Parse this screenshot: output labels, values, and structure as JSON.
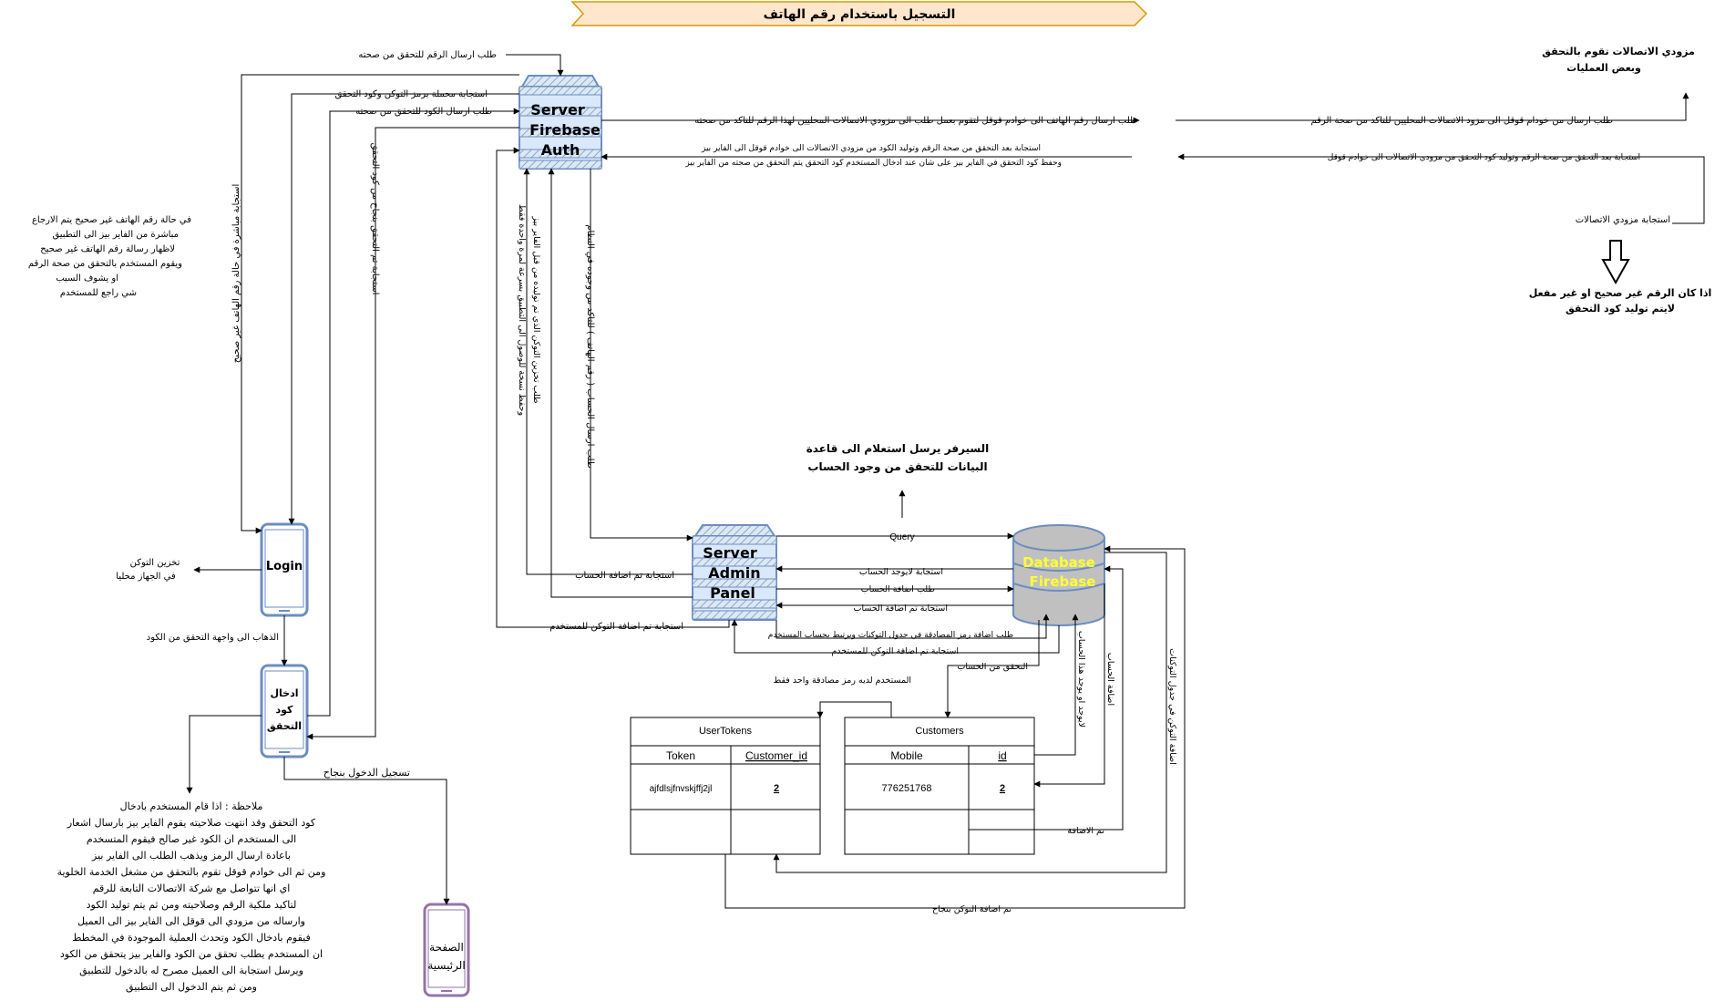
{
  "title": "التسجيل باستخدام رقم الهاتف",
  "nodes": {
    "firebase_auth": [
      "Server",
      "Firebase",
      "Auth"
    ],
    "admin_panel": [
      "Server",
      "Admin",
      "Panel"
    ],
    "database": [
      "Database",
      "Firebase"
    ],
    "login": "Login",
    "enter_code": [
      "ادخال",
      "كود",
      "التحقق"
    ],
    "home": [
      "الصفحة",
      "الرئيسية"
    ]
  },
  "telecom": {
    "top_note": [
      "مزودي الاتصالات تقوم بالتحقق",
      "وبعض العمليات"
    ],
    "response": "استجابة مزودي الاتصالات",
    "invalid_note": [
      "اذا كان الرقم غير صحيح او غير مفعل",
      "لايتم توليد كود التحقق"
    ]
  },
  "edges": {
    "send_number": "طلب  ارسال الرقم للتحقق من صحته",
    "loaded_response": "استجابة محملة برمز التوكن وكود التحقق",
    "send_code": "طلب ارسال الكود للتحقق من صحته",
    "direct_response": "استجابة مباشرة في حالة رقم الهاتف غير صحيح",
    "verified_response": "استجابة تم التحقق بنجاح من كود التحقق",
    "auth_to_google": "طلب ارسال رقم الهاتف الى خوادم قوقل لتقوم بعمل طلب الى مزودي الاتصالات المحليين لهذا الرقم للتاكد من صحته",
    "google_to_telecom": "طلب ارسال من خودام قوقل  الى مزود الاتصالات المحليين للتاكد من صحة الرقم",
    "google_response": [
      "استجابة بعد التحقق من صحة الرقم وتوليد الكود من مزودي الاتصالات الى خوادم قوقل الى الفاير بيز",
      "وحفظ كود التحقق في الفاير بيز على شان عند ادخال المستخدم كود التحقق يتم التحقق من صحته من الفاير بيز"
    ],
    "telecom_response": "استجابة بعد التحقق من صحة الرقم وتوليد كود التحقق من مزودي الاتصالات الى خوادم قوقل",
    "send_account": "طلب ارسال الحساب ( رقم الهاتف ) للتاكد من وجوده في النظام",
    "store_token": [
      "طلب تخزين التوكن الذي تم توليده من قبل الفاير بيز",
      "وحفظ نسخة للوصول الى التطبيق بسرعة لمرة واحدة فقط"
    ],
    "query": "Query",
    "query_note": [
      "السيرفر يرسل استعلام الى قاعدة",
      "البيانات للتحقق من وجود الحساب"
    ],
    "no_account": "استجابة لايوجد الحساب",
    "add_account": "طلب اضافة الحساب",
    "account_added": "استجابة تم اضافة الحساب",
    "account_added_resp": "استجابة تم اضافة الحساب",
    "token_added_user": "استجابة تم اضافة التوكن للمستخدم",
    "add_token_req": "طلب اضافة رمز المصادقة في جدول التوكنات ويرتبط بحساب المستخدم",
    "token_added_resp": "استجابة تم اضافة التوكن للمستخدم",
    "check_account": "التحقق من الحساب",
    "not_exist": "لايوجد او يوجد هذا الحساب",
    "add_account_vertical": "اضافة الحساب",
    "add_token_table": "اضافة التوكن في جدول التوكنات",
    "added": "تم الاضافة",
    "token_added_success": "تم اضافة التوكن بنجاح",
    "one_token": "المستخدم لديه رمز مصادقة واحد فقط",
    "store_local": [
      "تخزين التوكن",
      "في الجهاز محليا"
    ],
    "go_verify": "الذهاب الى واجهة التحقق من الكود",
    "login_success": "تسجيل الدخول بنجاح"
  },
  "notes": {
    "wrong_number": [
      "في حالة رقم الهاتف غير صحيح يتم الارجاع",
      "مباشرة من الفاير بيز الى التطبيق",
      "لاظهار رسالة رقم الهاتف غير صحيح",
      "ويقوم المستخدم بالتحقق من صحة الرقم",
      "او يشوف السبب",
      "شي راجع للمستخدم"
    ],
    "footnote": [
      "ملاحظة : اذا قام المستخدم بادخال",
      "كود التحقق وقد انتهت صلاحيته يقوم الفاير بيز بارسال اشعار",
      "الى المستخدم ان الكود غير صالح فيقوم المتسخدم",
      "باعادة ارسال الرمز ويذهب الطلب الى الفاير بيز",
      "ومن ثم الى خوادم قوقل تقوم بالتحقق من مشغل الخدمة الخلوية",
      "اي انها تتواصل مع شركة الاتصالات التابعة للرقم",
      "لتاكيد ملكية الرقم وصلاحيته ومن ثم يتم توليد الكود",
      "وارساله من مزودي الى قوقل الى الفاير بيز الى العميل",
      "فيقوم بادخال الكود وتحدث العملية الموجودة في المخطط",
      "ان المستخدم يطلب تحقق من الكود والفاير بيز يتحقق من الكود",
      "ويرسل استجابة الى العميل مصرح له بالدخول للتطبيق",
      "ومن ثم يتم الدخول الى التطبيق"
    ]
  },
  "tables": {
    "user_tokens": {
      "title": "UserTokens",
      "columns": [
        "Token",
        "Customer_id"
      ],
      "row": [
        "ajfdlsjfnvskjffj2jl",
        "2"
      ]
    },
    "customers": {
      "title": "Customers",
      "columns": [
        "Mobile",
        "id"
      ],
      "row": [
        "776251768",
        "2"
      ]
    }
  },
  "colors": {
    "title_fill": "#ffe6cc",
    "title_stroke": "#d79b00",
    "server_fill": "#dae8fc",
    "server_stroke": "#6c8ebf",
    "db_fill": "#c0c0c0",
    "db_stroke": "#6c8ebf",
    "phone_stroke": "#6c8ebf",
    "home_stroke": "#9673a6",
    "db_text": "#ffff33"
  }
}
